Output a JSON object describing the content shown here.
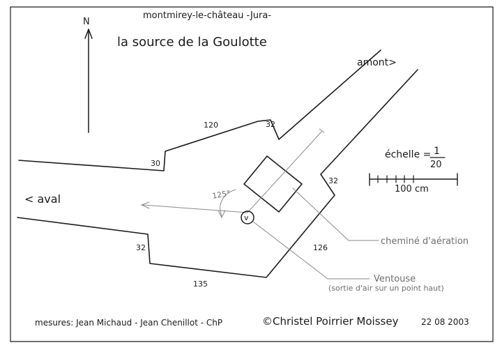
{
  "header": {
    "place": "montmirey-le-château -Jura-",
    "title": "la source de la Goulotte"
  },
  "north_label": "N",
  "directions": {
    "upstream": "amont>",
    "downstream": "< aval"
  },
  "dimensions": {
    "top_wall": "120",
    "top_corner": "32",
    "left_opening": "30",
    "right_side": "32",
    "bottom_left": "32",
    "bottom_wall": "135",
    "bottom_right": "126"
  },
  "angle_label": "125°",
  "vent_symbol": "v",
  "scale": {
    "label": "échelle =",
    "numerator": "1",
    "denominator": "20",
    "bar_label": "100 cm"
  },
  "callouts": {
    "chimney": "cheminé d'aération",
    "vent": "Ventouse",
    "vent_note": "(sortie d'air sur un point haut)"
  },
  "footer": {
    "measures": "mesures: Jean Michaud - Jean Chenillot - ChP",
    "author": "©Christel Poirrier Moissey",
    "date": "22 08 2003"
  }
}
